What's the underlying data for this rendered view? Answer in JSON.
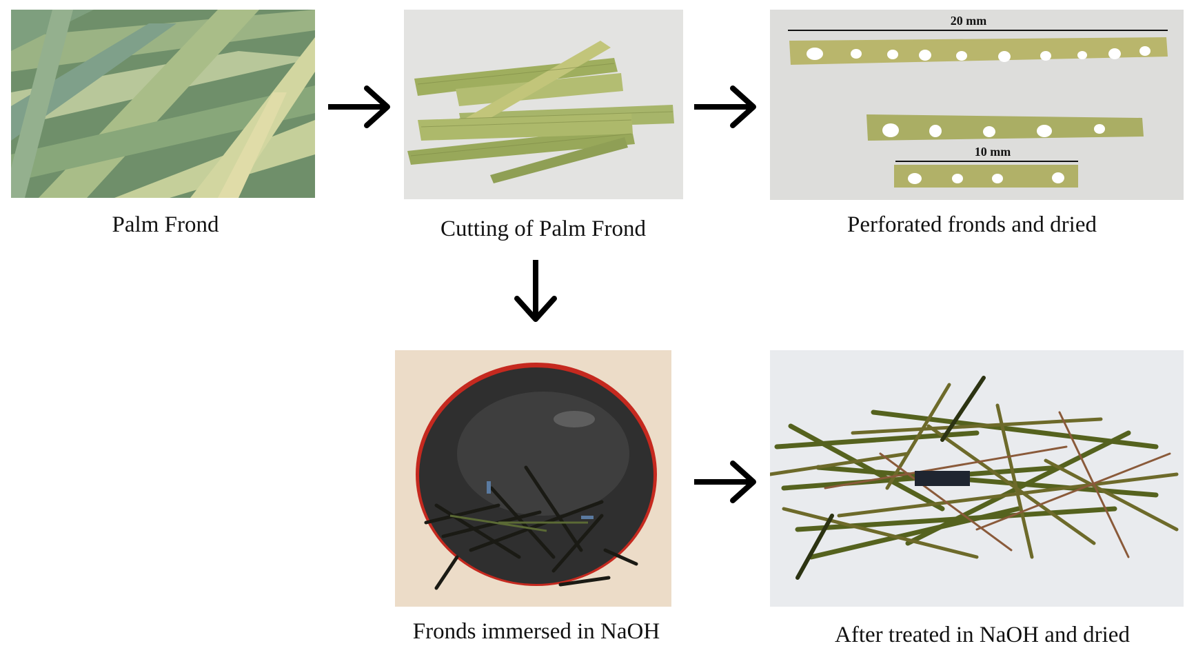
{
  "steps": [
    {
      "id": "palm",
      "caption": "Palm Frond"
    },
    {
      "id": "cutting",
      "caption": "Cutting of Palm Frond"
    },
    {
      "id": "perforated",
      "caption": "Perforated fronds and dried",
      "scale_long": "20 mm",
      "scale_short": "10 mm"
    },
    {
      "id": "immersed",
      "caption": "Fronds immersed in NaOH"
    },
    {
      "id": "treated",
      "caption": "After treated in NaOH and dried"
    }
  ],
  "flow": [
    "palm → cutting",
    "cutting → perforated",
    "cutting → immersed",
    "immersed → treated"
  ],
  "colors": {
    "arrow": "#000000",
    "leaf": "#8aa86a",
    "strip": "#a7b56a",
    "naoh": "#3a3a3a",
    "fiber": "#55621e"
  }
}
